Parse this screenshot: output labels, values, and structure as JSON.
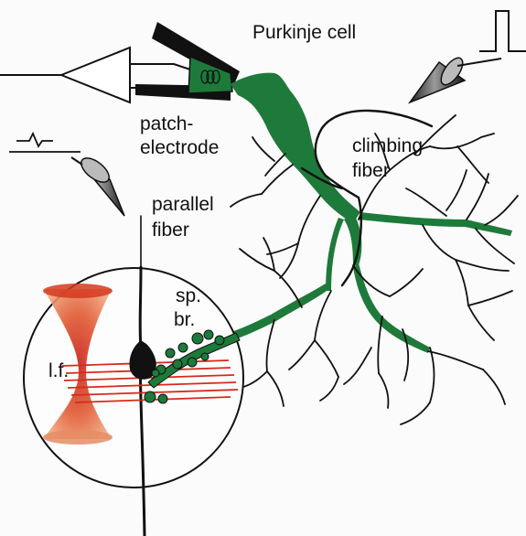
{
  "labels": {
    "purkinje_cell": "Purkinje cell",
    "patch_line1": "patch-",
    "patch_line2": "electrode",
    "climbing_line1": "climbing",
    "climbing_line2": "fiber",
    "parallel_line1": "parallel",
    "parallel_line2": "fiber",
    "spine_line1": "sp.",
    "spine_line2": "br.",
    "laser_focus": "l.f."
  },
  "colors": {
    "neuron_green": "#1e7a3a",
    "laser_red": "#d62a1a",
    "ink": "#111111"
  },
  "icons": [
    "amplifier-icon",
    "stimulus-pulse-icon",
    "recorded-spike-icon",
    "stimulation-electrode-icon",
    "recording-electrode-icon"
  ]
}
